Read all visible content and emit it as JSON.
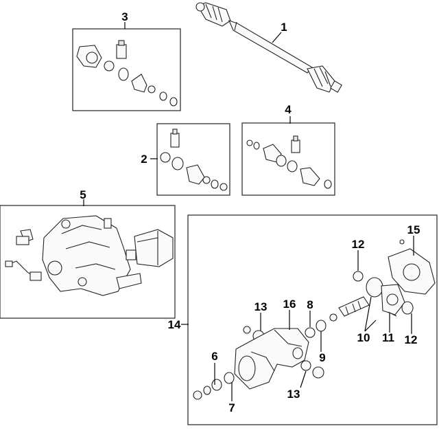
{
  "callouts": {
    "c1": "1",
    "c2": "2",
    "c3": "3",
    "c4": "4",
    "c5": "5",
    "c6": "6",
    "c7": "7",
    "c8": "8",
    "c9": "9",
    "c10": "10",
    "c11": "11",
    "c12a": "12",
    "c12b": "12",
    "c13a": "13",
    "c13b": "13",
    "c14": "14",
    "c15": "15",
    "c16": "16"
  },
  "colors": {
    "ink": "#222222",
    "background": "#ffffff"
  }
}
